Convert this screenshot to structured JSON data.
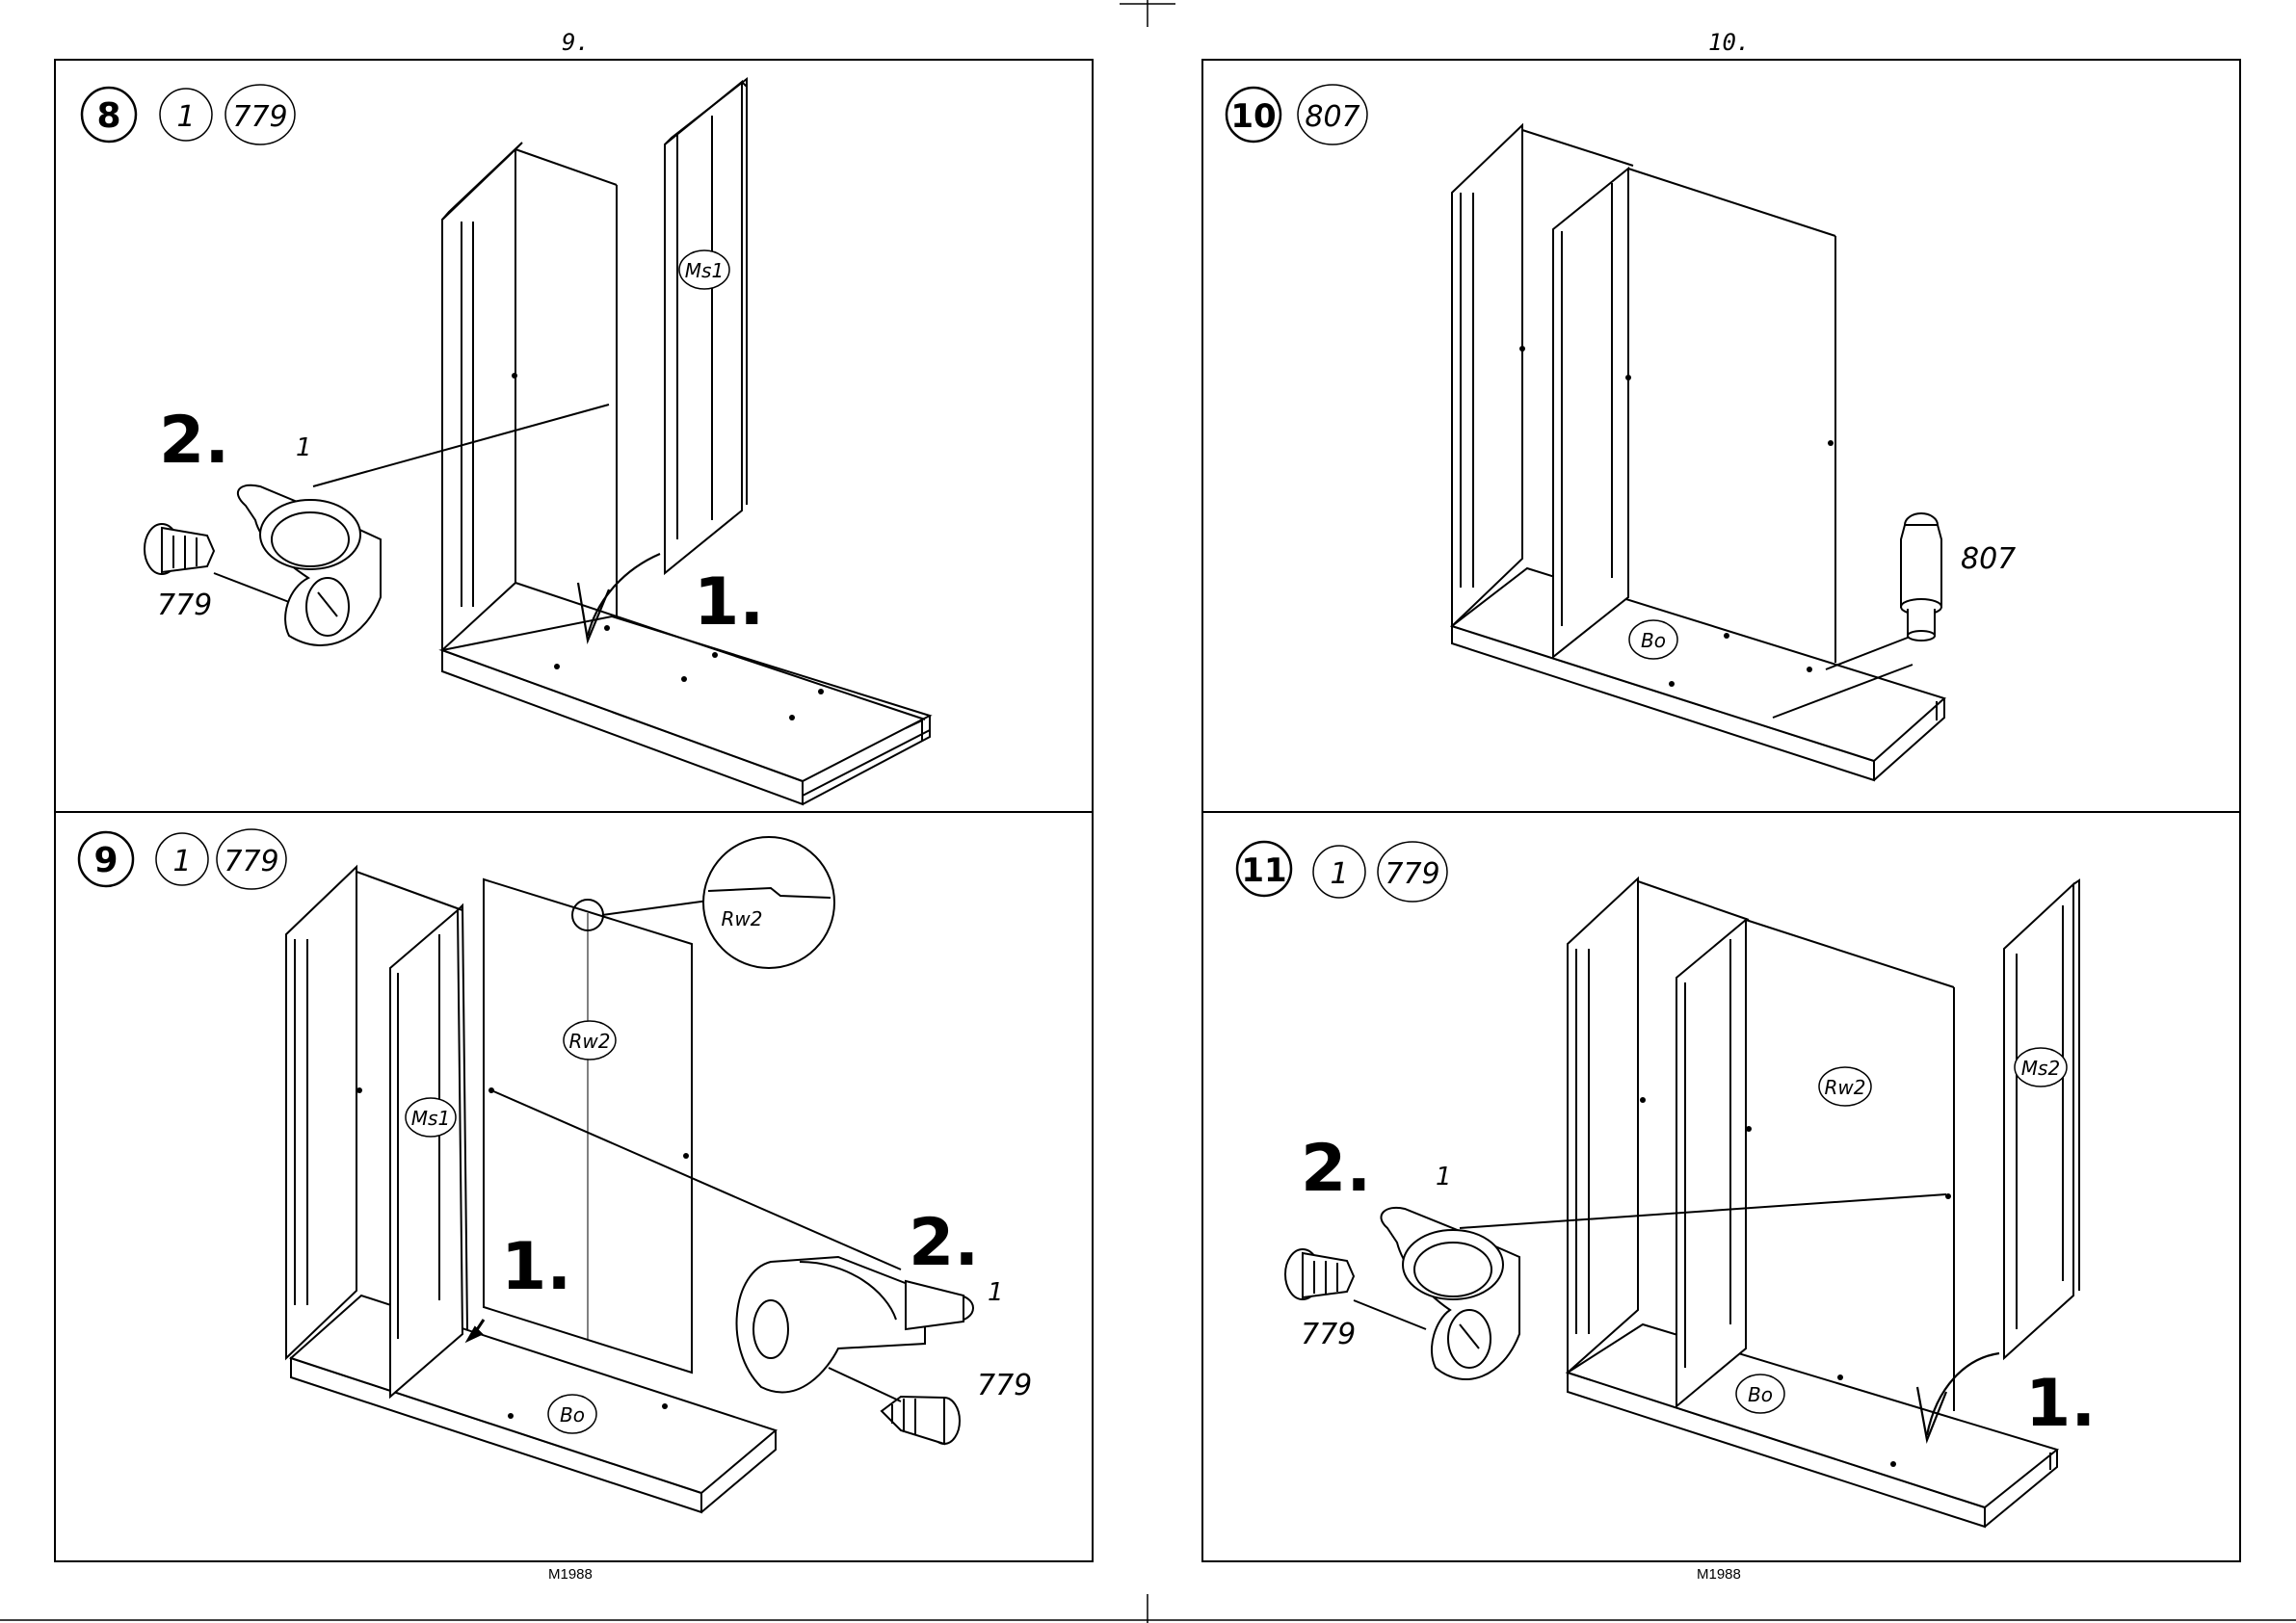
{
  "pages": {
    "left": {
      "page_number": "9.",
      "footer": "M1988"
    },
    "right": {
      "page_number": "10.",
      "footer": "M1988"
    }
  },
  "steps": [
    {
      "step": "8",
      "parts": [
        "1",
        "779"
      ],
      "panel_label": "Ms1",
      "action1": "1.",
      "action2": "2.",
      "hw_qty": "1",
      "screw_id": "779"
    },
    {
      "step": "9",
      "parts": [
        "1",
        "779"
      ],
      "panel_label_side": "Ms1",
      "panel_label_back": "Rw2",
      "detail_label": "Rw2",
      "bottom_label": "Bo",
      "action1": "1.",
      "action2": "2.",
      "hw_qty": "1",
      "screw_id": "779"
    },
    {
      "step": "10",
      "parts": [
        "807"
      ],
      "bottom_label": "Bo",
      "pin_id": "807"
    },
    {
      "step": "11",
      "parts": [
        "1",
        "779"
      ],
      "panel_label_back": "Rw2",
      "panel_label_side": "Ms2",
      "bottom_label": "Bo",
      "action1": "1.",
      "action2": "2.",
      "hw_qty": "1",
      "screw_id": "779"
    }
  ]
}
